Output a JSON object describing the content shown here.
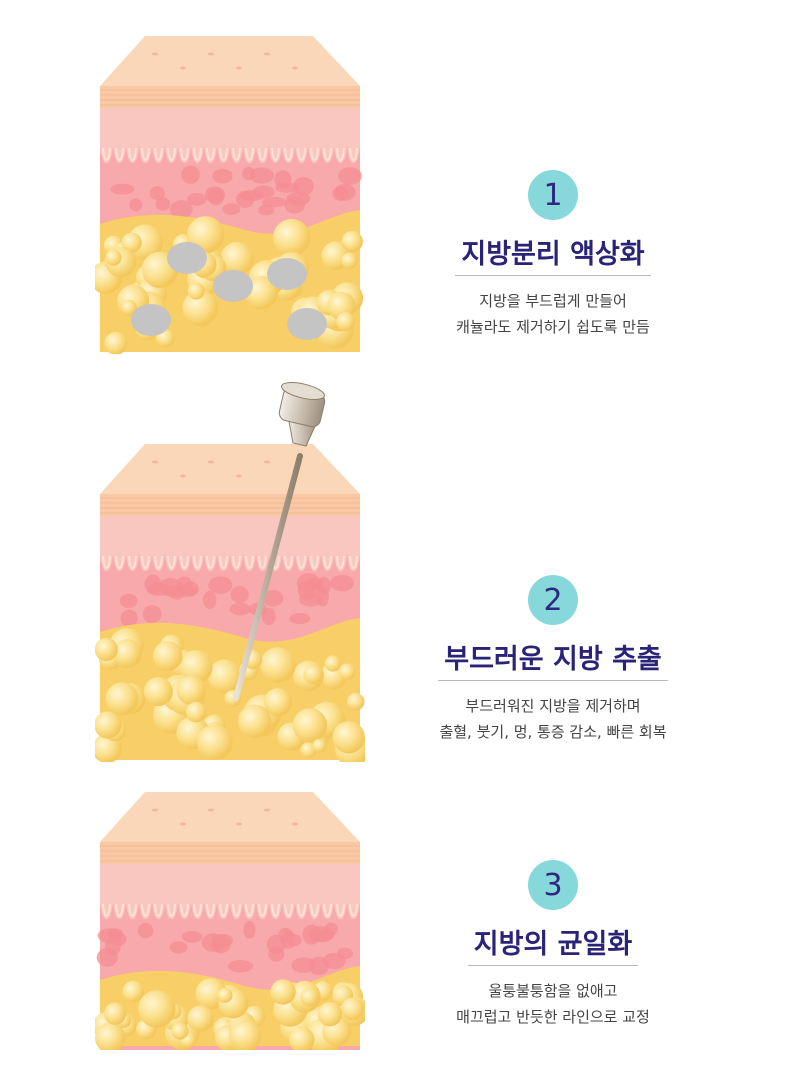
{
  "steps": [
    {
      "number": "1",
      "title": "지방분리 액상화",
      "desc": [
        "지방을 부드럽게 만들어",
        "캐뉼라도 제거하기 쉽도록 만듬"
      ],
      "illustration": "skin-layer-fat-separated"
    },
    {
      "number": "2",
      "title": "부드러운 지방 추출",
      "desc": [
        "부드러워진 지방을 제거하며",
        "출혈, 붓기, 멍, 통증 감소, 빠른 회복"
      ],
      "illustration": "skin-layer-cannula-extraction"
    },
    {
      "number": "3",
      "title": "지방의 균일화",
      "desc": [
        "울퉁불퉁함을 없애고",
        "매끄럽고 반듯한 라인으로 교정"
      ],
      "illustration": "skin-layer-smooth"
    }
  ],
  "colors": {
    "badge": "#86d8db",
    "title": "#2a2478",
    "epidermis": "#fad7b8",
    "dermis": "#f8a9ab",
    "fat": "#f8cf66",
    "fat_cell": "#fbe08d",
    "separated_fat": "#c4c4c4"
  }
}
